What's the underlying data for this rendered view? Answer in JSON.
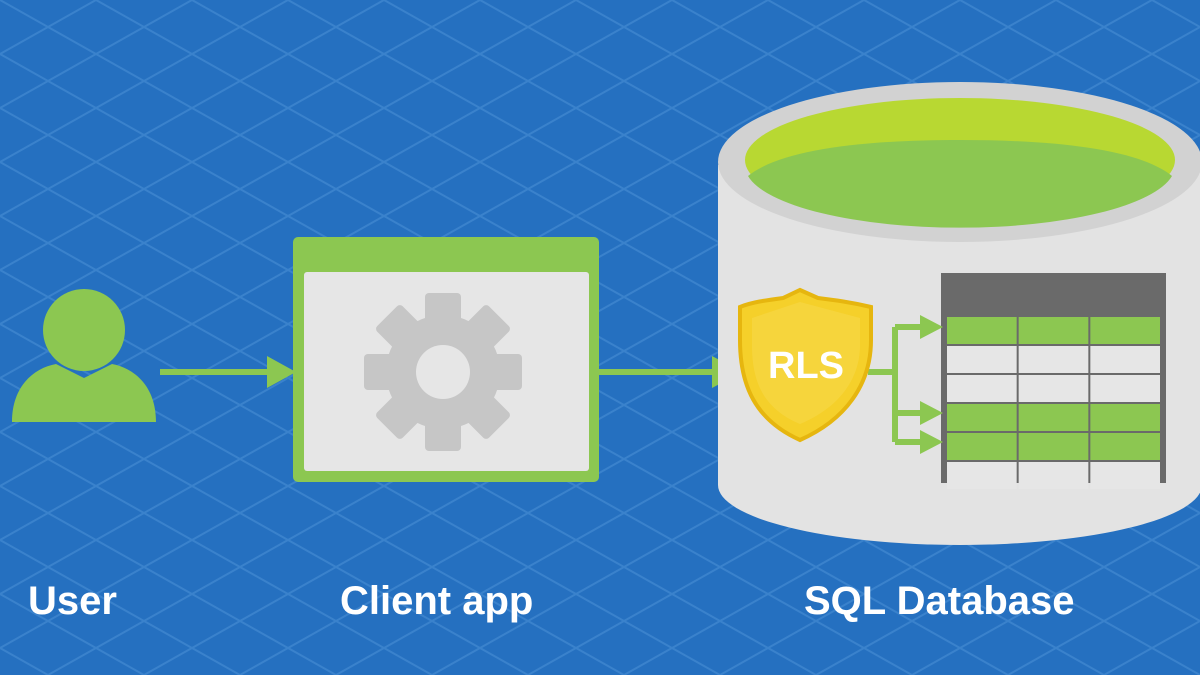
{
  "colors": {
    "background": "#2570c0",
    "pattern_line": "#3a82cc",
    "accent_green": "#8cc751",
    "lime": "#b8d832",
    "light_gray": "#e6e6e6",
    "mid_gray": "#c2c2c2",
    "table_header": "#6a6a6a",
    "shield_fill": "#f5d02a",
    "label": "#ffffff"
  },
  "labels": {
    "user": "User",
    "client": "Client app",
    "database": "SQL Database",
    "rls": "RLS"
  },
  "icons": {
    "user": "user-icon",
    "client": "gear-icon",
    "database": "database-cylinder-icon",
    "shield": "shield-icon"
  },
  "table": {
    "columns": 3,
    "rows": [
      "green",
      "white",
      "white",
      "green",
      "green",
      "white"
    ]
  }
}
